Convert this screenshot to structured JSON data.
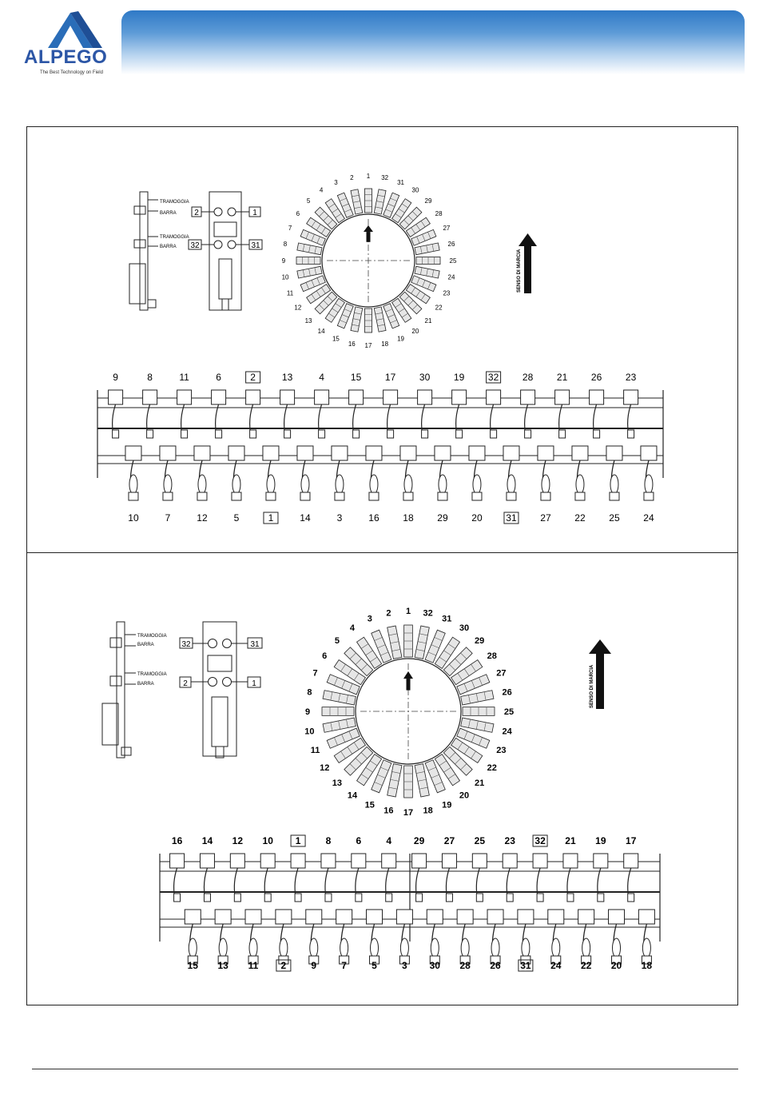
{
  "header": {
    "brand": "ALPEGO",
    "tagline": "The Best Technology on Field"
  },
  "diagram1": {
    "side_labels": [
      "TRAMOGGIA",
      "BARRA",
      "TRAMOGGIA",
      "BARRA"
    ],
    "port_labels": [
      "2",
      "1",
      "32",
      "31"
    ],
    "direction_label": "SENSO DI MARCIA",
    "ring_numbers": [
      "1",
      "32",
      "31",
      "30",
      "29",
      "28",
      "27",
      "26",
      "25",
      "24",
      "23",
      "22",
      "21",
      "20",
      "19",
      "18",
      "17",
      "16",
      "15",
      "14",
      "13",
      "12",
      "11",
      "10",
      "9",
      "8",
      "7",
      "6",
      "5",
      "4",
      "3",
      "2"
    ],
    "top_row": [
      "9",
      "8",
      "11",
      "6",
      "2",
      "13",
      "4",
      "15",
      "17",
      "30",
      "19",
      "32",
      "28",
      "21",
      "26",
      "23"
    ],
    "bottom_row": [
      "10",
      "7",
      "12",
      "5",
      "1",
      "14",
      "3",
      "16",
      "18",
      "29",
      "20",
      "31",
      "27",
      "22",
      "25",
      "24"
    ],
    "boxed": [
      "2",
      "32",
      "1",
      "31"
    ]
  },
  "diagram2": {
    "side_labels": [
      "TRAMOGGIA",
      "BARRA",
      "TRAMOGGIA",
      "BARRA"
    ],
    "port_labels": [
      "32",
      "31",
      "2",
      "1"
    ],
    "direction_label": "SENSO DI MARCIA",
    "ring_numbers": [
      "1",
      "32",
      "31",
      "30",
      "29",
      "28",
      "27",
      "26",
      "25",
      "24",
      "23",
      "22",
      "21",
      "20",
      "19",
      "18",
      "17",
      "16",
      "15",
      "14",
      "13",
      "12",
      "11",
      "10",
      "9",
      "8",
      "7",
      "6",
      "5",
      "4",
      "3",
      "2"
    ],
    "top_row": [
      "16",
      "14",
      "12",
      "10",
      "1",
      "8",
      "6",
      "4",
      "29",
      "27",
      "25",
      "23",
      "32",
      "21",
      "19",
      "17"
    ],
    "bottom_row": [
      "15",
      "13",
      "11",
      "2",
      "9",
      "7",
      "5",
      "3",
      "30",
      "28",
      "26",
      "31",
      "24",
      "22",
      "20",
      "18"
    ],
    "boxed": [
      "1",
      "32",
      "2",
      "31"
    ]
  }
}
